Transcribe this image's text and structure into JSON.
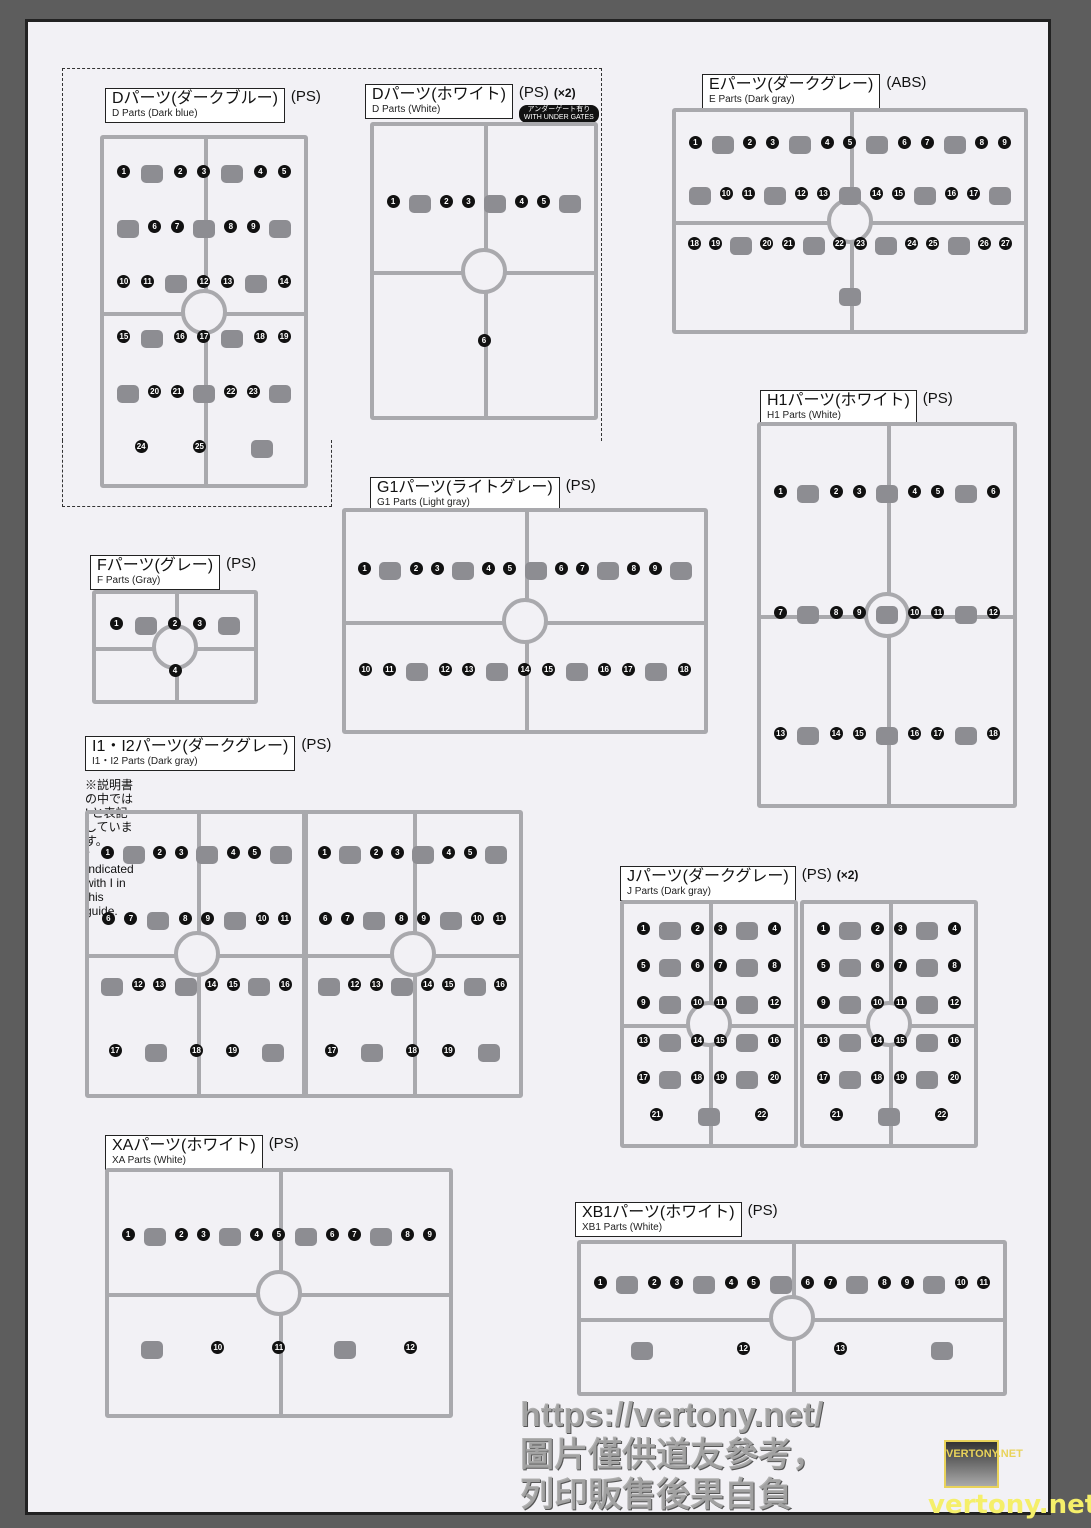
{
  "panels": [
    {
      "id": "d-darkblue",
      "jp": "Dパーツ(ダークブルー)",
      "en": "D Parts (Dark blue)",
      "material": "(PS)",
      "parts": [
        1,
        2,
        3,
        4,
        5,
        6,
        7,
        8,
        9,
        10,
        11,
        12,
        13,
        14,
        15,
        16,
        17,
        18,
        19,
        20,
        21,
        22,
        23,
        24,
        25
      ]
    },
    {
      "id": "d-white",
      "jp": "Dパーツ(ホワイト)",
      "en": "D Parts (White)",
      "material": "(PS)",
      "multiplier": "(×2)",
      "badge_jp": "アンダーゲート有り",
      "badge_en": "WITH UNDER GATES",
      "parts": [
        1,
        2,
        3,
        4,
        5,
        6
      ]
    },
    {
      "id": "e",
      "jp": "Eパーツ(ダークグレー)",
      "en": "E Parts (Dark gray)",
      "material": "(ABS)",
      "parts": [
        1,
        2,
        3,
        4,
        5,
        6,
        7,
        8,
        9,
        10,
        11,
        12,
        13,
        14,
        15,
        16,
        17,
        18,
        19,
        20,
        21,
        22,
        23,
        24,
        25,
        26,
        27
      ]
    },
    {
      "id": "h1",
      "jp": "H1パーツ(ホワイト)",
      "en": "H1 Parts (White)",
      "material": "(PS)",
      "parts": [
        1,
        2,
        3,
        4,
        5,
        6,
        7,
        8,
        9,
        10,
        11,
        12,
        13,
        14,
        15,
        16,
        17,
        18
      ]
    },
    {
      "id": "g1",
      "jp": "G1パーツ(ライトグレー)",
      "en": "G1 Parts (Light gray)",
      "material": "(PS)",
      "parts": [
        1,
        2,
        3,
        4,
        5,
        6,
        7,
        8,
        9,
        10,
        11,
        12,
        13,
        14,
        15,
        16,
        17,
        18
      ]
    },
    {
      "id": "f",
      "jp": "Fパーツ(グレー)",
      "en": "F Parts (Gray)",
      "material": "(PS)",
      "parts": [
        1,
        2,
        3,
        4
      ]
    },
    {
      "id": "i",
      "jp": "I1・I2パーツ(ダークグレー)",
      "en": "I1・I2 Parts (Dark gray)",
      "material": "(PS)",
      "note_jp": "※説明書の中では I と表記しています。",
      "note_en": "* Indicated with I in this guide.",
      "parts": [
        1,
        2,
        3,
        4,
        5,
        6,
        7,
        8,
        9,
        10,
        11,
        12,
        13,
        14,
        15,
        16,
        17,
        18,
        19
      ]
    },
    {
      "id": "j",
      "jp": "Jパーツ(ダークグレー)",
      "en": "J Parts (Dark gray)",
      "material": "(PS)",
      "multiplier": "(×2)",
      "parts": [
        1,
        2,
        3,
        4,
        5,
        6,
        7,
        8,
        9,
        10,
        11,
        12,
        13,
        14,
        15,
        16,
        17,
        18,
        19,
        20,
        21,
        22
      ]
    },
    {
      "id": "xa",
      "jp": "XAパーツ(ホワイト)",
      "en": "XA Parts (White)",
      "material": "(PS)",
      "parts": [
        1,
        2,
        3,
        4,
        5,
        6,
        7,
        8,
        9,
        10,
        11,
        12
      ]
    },
    {
      "id": "xb1",
      "jp": "XB1パーツ(ホワイト)",
      "en": "XB1 Parts (White)",
      "material": "(PS)",
      "parts": [
        1,
        2,
        3,
        4,
        5,
        6,
        7,
        8,
        9,
        10,
        11,
        12,
        13
      ]
    }
  ],
  "watermark": {
    "url": "https://vertony.net/",
    "line1": "圖片僅供道友參考，",
    "line2": "列印販售後果自負",
    "logo": "VERTONY.NET",
    "site": "vertony.net"
  }
}
